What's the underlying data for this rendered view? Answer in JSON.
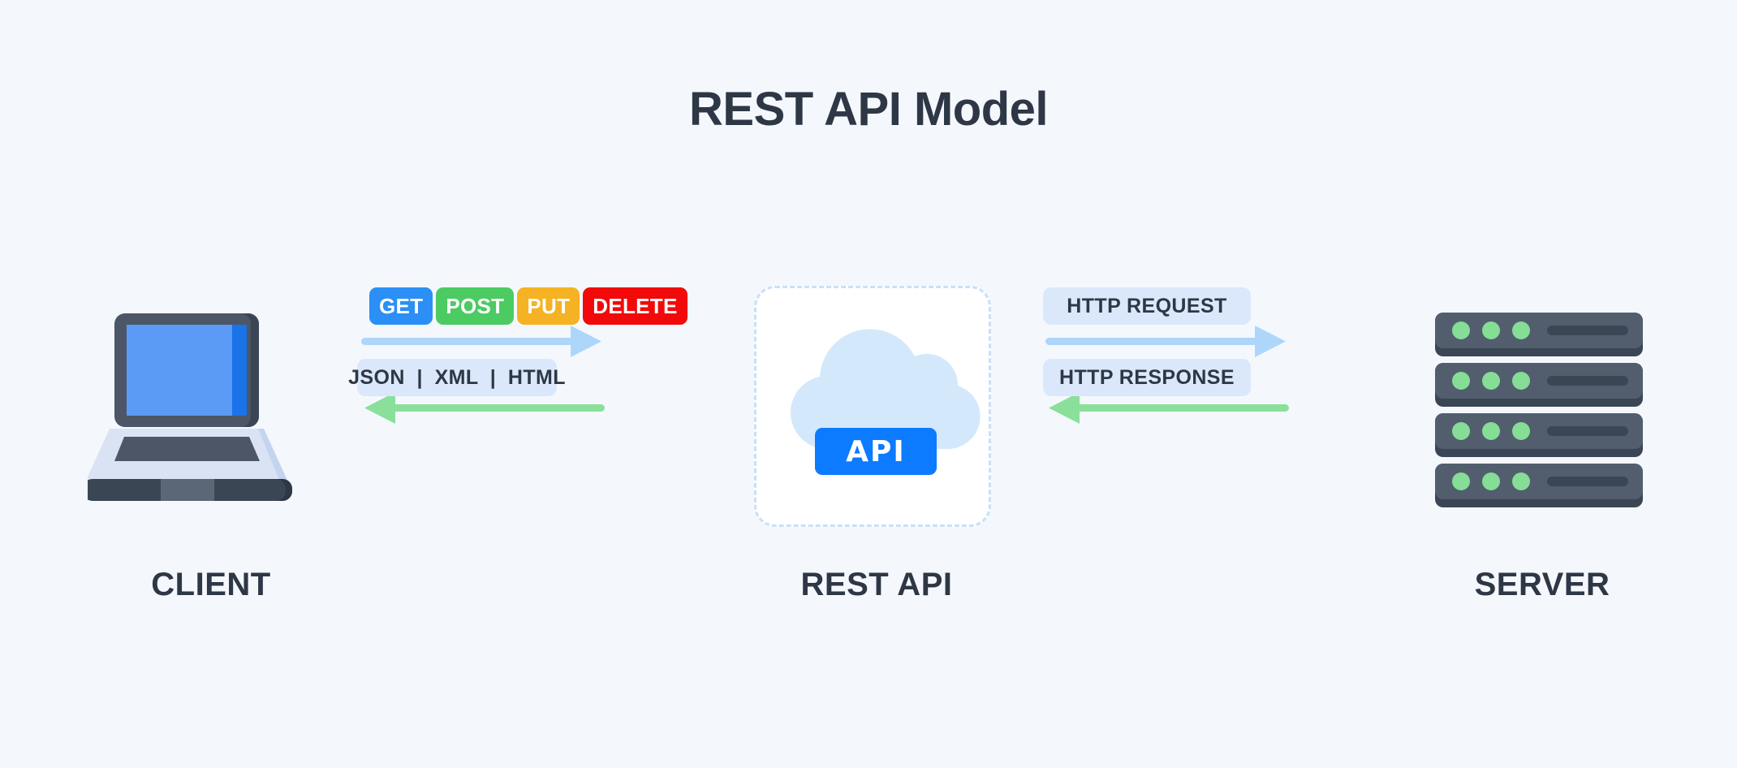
{
  "page": {
    "title": "REST API Model",
    "background_color": "#f4f8fd",
    "text_color": "#2e3745"
  },
  "nodes": [
    {
      "id": "client",
      "label": "CLIENT",
      "icon": "laptop-icon"
    },
    {
      "id": "restapi",
      "label": "REST API",
      "icon": "cloud-icon",
      "badge": "API"
    },
    {
      "id": "server",
      "label": "SERVER",
      "icon": "server-stack-icon"
    }
  ],
  "labels": {
    "client": "CLIENT",
    "rest_api": "REST API",
    "server": "SERVER",
    "api_badge": "API"
  },
  "methods": [
    {
      "name": "GET",
      "color": "#2b8ff5"
    },
    {
      "name": "POST",
      "color": "#4bcb62"
    },
    {
      "name": "PUT",
      "color": "#f5b223"
    },
    {
      "name": "DELETE",
      "color": "#f20a0a"
    }
  ],
  "flows": {
    "client_to_api": {
      "top_label_type": "method-badges",
      "bottom_label": "JSON  |  XML  |  HTML",
      "payload_formats": [
        "JSON",
        "XML",
        "HTML"
      ],
      "request_arrow_color": "#aed6fb",
      "response_arrow_color": "#8ae09a",
      "request_direction": "right",
      "response_direction": "left"
    },
    "api_to_server": {
      "top_label": "HTTP REQUEST",
      "bottom_label": "HTTP RESPONSE",
      "request_arrow_color": "#aed6fb",
      "response_arrow_color": "#8ae09a",
      "request_direction": "right",
      "response_direction": "left"
    }
  },
  "colors": {
    "arrow_request": "#aed6fb",
    "arrow_response": "#8ae09a",
    "pill_background": "#dbe8fb",
    "api_blue": "#0d7bff",
    "cloud": "#d4e8fb",
    "card_border": "#c9e0f8",
    "laptop_bezel": "#4c5666",
    "laptop_screen": "#5b9bf6",
    "laptop_screen_edge": "#1a73e8",
    "laptop_base": "#dae3f3",
    "server_body": "#525e6e",
    "server_shadow": "#3b4655",
    "server_led": "#85dd96"
  }
}
